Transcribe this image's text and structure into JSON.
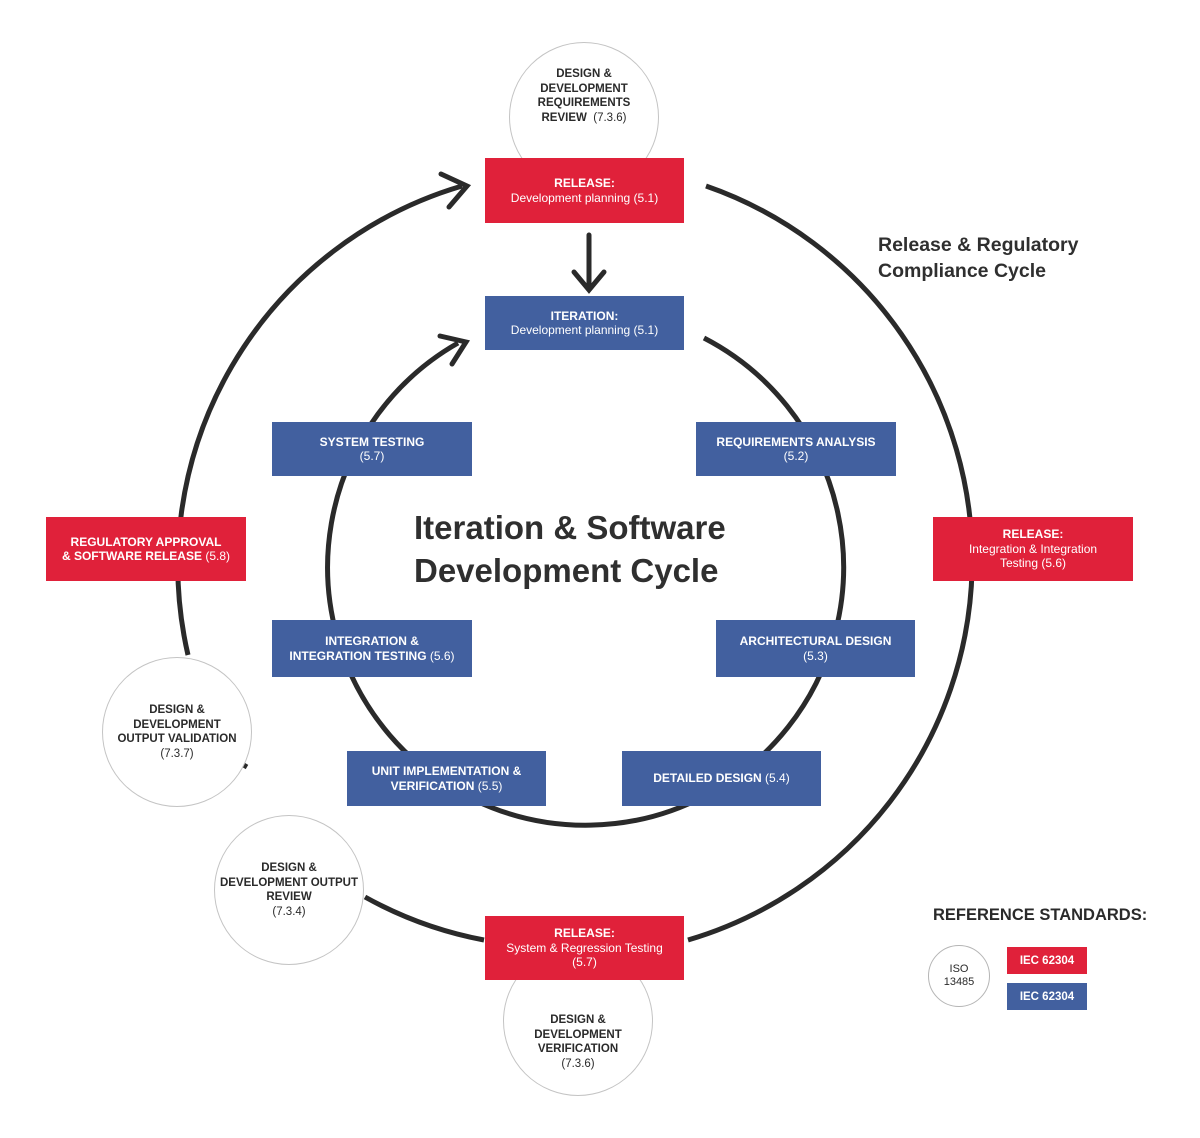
{
  "titles": {
    "inner": [
      "Iteration & Software",
      "Development Cycle"
    ],
    "outer": [
      "Release & Regulatory",
      "Compliance Cycle"
    ]
  },
  "colors": {
    "release_red": "#e0213a",
    "iteration_blue": "#42609f",
    "arrow": "#2a2a2a",
    "circle_border": "#c4c4c4"
  },
  "boxes": {
    "release_planning": {
      "bold": "RELEASE:",
      "text": "Development planning (5.1)"
    },
    "iteration_planning": {
      "bold": "ITERATION:",
      "text": "Development planning (5.1)"
    },
    "requirements_analysis": {
      "bold": "REQUIREMENTS ANALYSIS",
      "text": "(5.2)"
    },
    "architectural_design": {
      "bold": "ARCHITECTURAL DESIGN",
      "text": "(5.3)"
    },
    "detailed_design": {
      "bold": "DETAILED DESIGN",
      "text": "(5.4)"
    },
    "unit_implementation": {
      "bold1": "UNIT IMPLEMENTATION &",
      "bold2": "VERIFICATION",
      "text": "(5.5)"
    },
    "integration_testing": {
      "bold1": "INTEGRATION &",
      "bold2": "INTEGRATION TESTING",
      "text": "(5.6)"
    },
    "system_testing": {
      "bold": "SYSTEM TESTING",
      "text": "(5.7)"
    },
    "release_integration": {
      "bold": "RELEASE:",
      "text1": "Integration & Integration",
      "text2": "Testing (5.6)"
    },
    "release_system": {
      "bold": "RELEASE:",
      "text1": "System & Regression Testing",
      "text2": "(5.7)"
    },
    "regulatory_approval": {
      "bold1": "REGULATORY APPROVAL",
      "bold2": "& SOFTWARE RELEASE",
      "text": "(5.8)"
    }
  },
  "circles": {
    "requirements_review": {
      "lines": [
        "DESIGN &",
        "DEVELOPMENT",
        "REQUIREMENTS"
      ],
      "bold_last": "REVIEW",
      "code": "(7.3.6)"
    },
    "output_validation": {
      "lines": [
        "DESIGN &",
        "DEVELOPMENT",
        "OUTPUT VALIDATION"
      ],
      "code": "(7.3.7)"
    },
    "output_review": {
      "lines": [
        "DESIGN &",
        "DEVELOPMENT OUTPUT",
        "REVIEW"
      ],
      "code": "(7.3.4)"
    },
    "verification": {
      "lines": [
        "DESIGN &",
        "DEVELOPMENT",
        "VERIFICATION"
      ],
      "code": "(7.3.6)"
    }
  },
  "legend": {
    "title": "REFERENCE STANDARDS:",
    "iso": [
      "ISO",
      "13485"
    ],
    "red_label": "IEC 62304",
    "blue_label": "IEC 62304"
  }
}
